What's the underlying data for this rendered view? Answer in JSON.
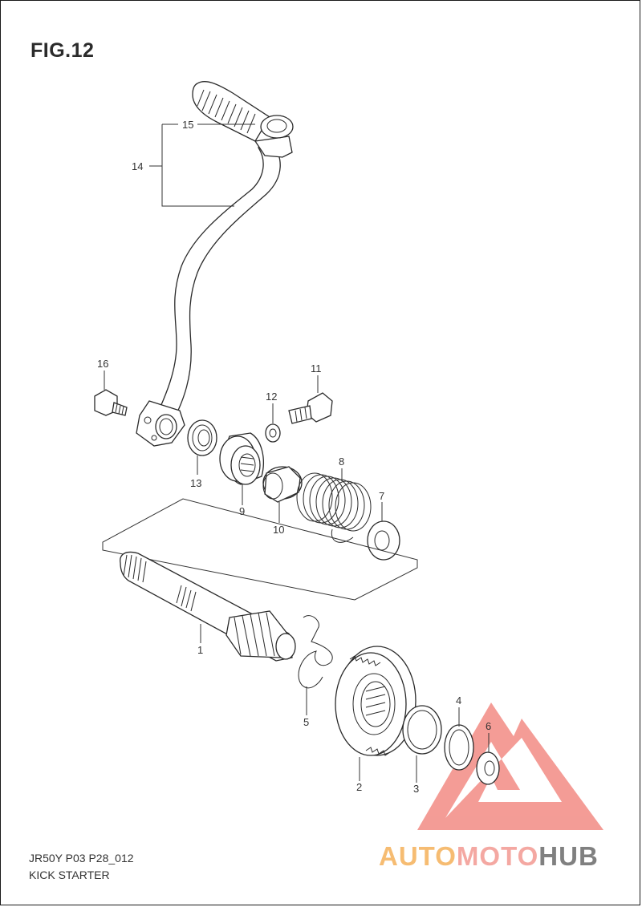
{
  "figure": {
    "title": "FIG.12",
    "code": "JR50Y P03 P28_012",
    "section": "KICK STARTER"
  },
  "callouts": [
    "1",
    "2",
    "3",
    "4",
    "5",
    "6",
    "7",
    "8",
    "9",
    "10",
    "11",
    "12",
    "13",
    "14",
    "15",
    "16"
  ],
  "watermark": {
    "brand_parts": [
      "AUTO",
      "MOTO",
      "HUB"
    ],
    "colors": {
      "auto": "#f5b15a",
      "moto": "#f39a92",
      "hub": "#6a6a6a",
      "triangle": "#f28b84"
    }
  }
}
